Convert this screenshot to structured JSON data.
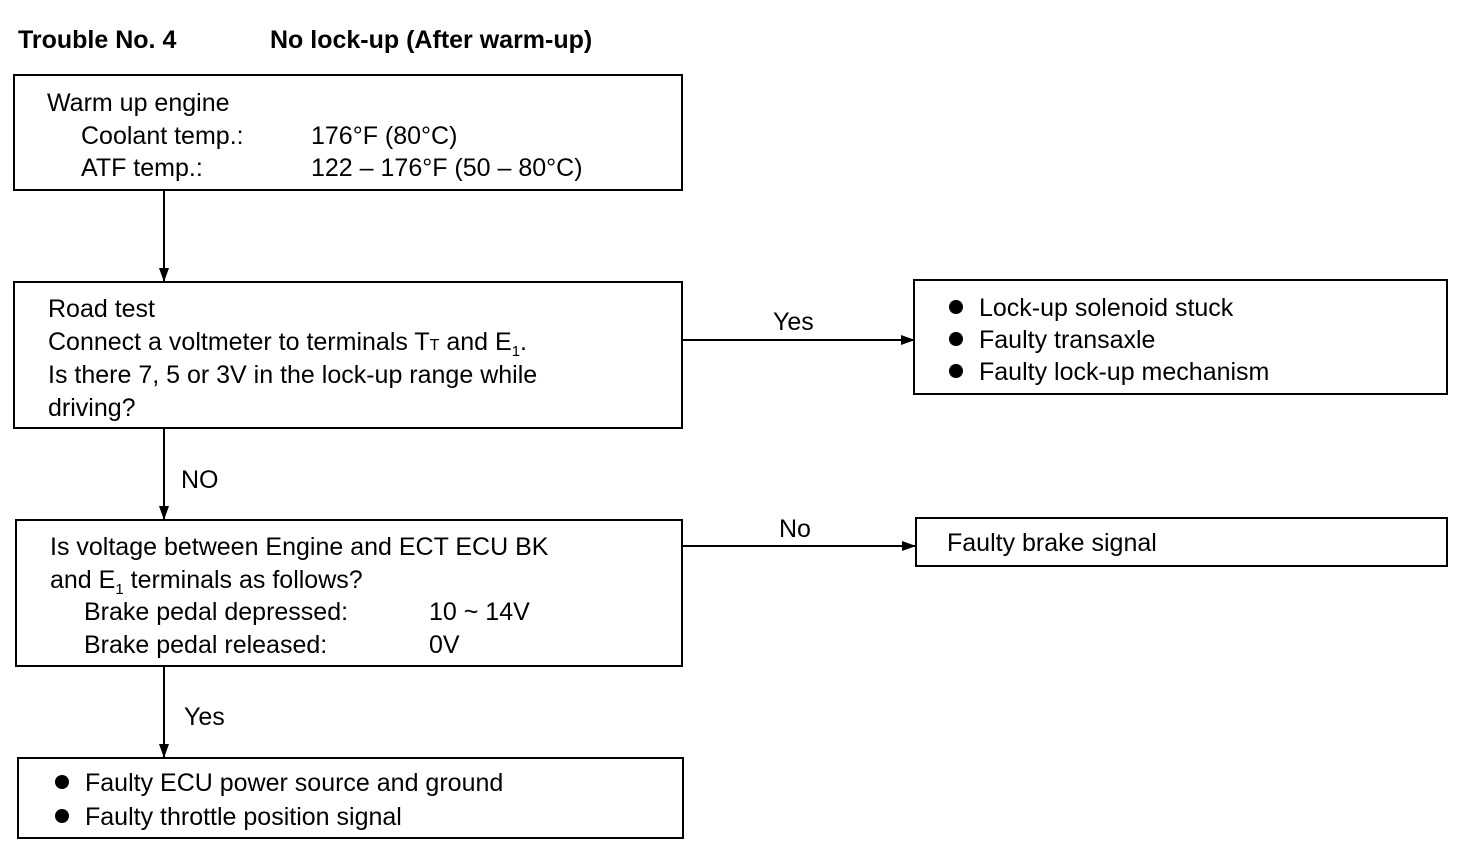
{
  "header": {
    "trouble_no": "Trouble No. 4",
    "trouble_title": "No lock-up (After warm-up)"
  },
  "box_warmup": {
    "line1": "Warm up engine",
    "coolant_label": "Coolant temp.:",
    "coolant_value": "176°F (80°C)",
    "atf_label": "ATF temp.:",
    "atf_value": "122 – 176°F (50 – 80°C)"
  },
  "box_roadtest": {
    "line1": "Road test",
    "line2_prefix": "Connect a voltmeter to terminals T",
    "line2_t_sub": "T",
    "line2_mid": " and E",
    "line2_e_sub": "1",
    "line2_end": ".",
    "line3": "Is there 7, 5 or 3V in the lock-up range while",
    "line4": "driving?"
  },
  "box_yes_result": {
    "items": [
      "Lock-up solenoid stuck",
      "Faulty transaxle",
      "Faulty lock-up mechanism"
    ]
  },
  "box_brake": {
    "line1": "Is voltage between Engine and ECT ECU BK",
    "line2_prefix": "and E",
    "line2_sub": "1",
    "line2_end": " terminals as follows?",
    "depressed_label": "Brake pedal depressed:",
    "depressed_value": "10 ~ 14V",
    "released_label": "Brake pedal released:",
    "released_value": "0V"
  },
  "box_no_result": {
    "text": "Faulty brake signal"
  },
  "box_final": {
    "items": [
      "Faulty ECU power source and ground",
      "Faulty throttle position signal"
    ]
  },
  "labels": {
    "yes_right": "Yes",
    "no_down": "NO",
    "no_right": "No",
    "yes_down": "Yes"
  }
}
